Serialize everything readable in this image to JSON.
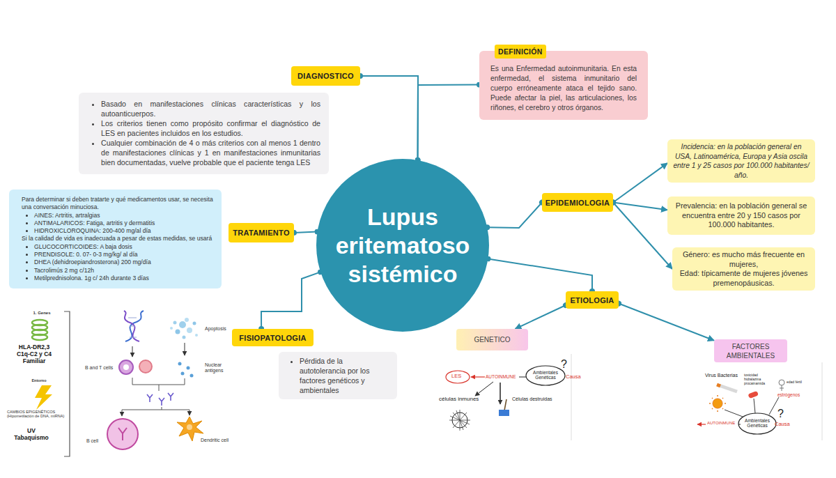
{
  "diagram": {
    "nodes": [
      {
        "text": [
          "Lupus eritematoso sistémico"
        ]
      },
      {
        "text": [
          "DIAGNOSTICO"
        ]
      },
      {
        "text": [
          "Basado en manifestaciones clínicas características y los autoanticuerpos.",
          "Los criterios tienen como propósito confirmar el diagnóstico de LES en pacientes incluidos en los estudios.",
          "Cualquier combinación de 4 o más criterios con al menos 1 dentro de manifestaciones clínicas y 1 en manifestaciones inmunitarias bien documentadas, vuelve probable que el paciente tenga LES"
        ]
      },
      {
        "text": [
          "DEFINICIÓN",
          "Es una Enfermedad autoinmunitaria. En esta enfermedad, el sistema inmunitario del cuerpo erróneamente ataca el tejido sano. Puede afectar la piel, las articulaciones, los riñones, el cerebro y otros órganos."
        ]
      },
      {
        "text": [
          "TRATAMIENTO"
        ]
      },
      {
        "text": [
          "Para determinar si deben tratarte y qué medicamentos usar, se necesita una conversación minuciosa.",
          "AINES: Artritis, artralgias",
          "ANTIMALARICOS: Fatiga, artritis y dermatitis",
          "HIDROXICLOROQUINA: 200-400 mg/al día",
          "Si la calidad de vida es inadecuada a pesar de estas medidas, se usará",
          "GLUCOCORTICOIDES: A baja dosis",
          "PRENDISOLE: 0. 07- 0-3 mg/kg/ al día",
          "DHEA (dehidroepiandrosterona) 200 mg/día",
          "Tacrolimús 2 mg c/12h",
          "Metilprednisolona. 1g c/ 24h durante 3 días"
        ]
      },
      {
        "text": [
          "EPIDEMIOLOGIA"
        ]
      },
      {
        "text": [
          "Incidencia: en la población general en USA, Latinoamérica, Europa y Asia oscila entre 1 y 25 casos por 100.000 habitantes/ año."
        ]
      },
      {
        "text": [
          "Prevalencia: en la población general se encuentra entre 20 y 150 casos por 100.000 habitantes."
        ]
      },
      {
        "text": [
          "Género: es mucho más frecuente en mujeres,",
          "Edad: típicamente de mujeres jóvenes premenopáusicas."
        ]
      },
      {
        "text": [
          "ETIOLOGIA"
        ]
      },
      {
        "text": [
          "GENETICO"
        ]
      },
      {
        "text": [
          "FACTORES AMBIENTALES"
        ]
      },
      {
        "text": [
          "FISIOPATOLOGIA"
        ]
      },
      {
        "text": [
          "Pérdida de la autotolerancia por los factores genéticos y ambientales"
        ]
      }
    ],
    "edges": [
      {
        "from": 0,
        "to": 1,
        "arrow": "none"
      },
      {
        "from": 0,
        "to": 3,
        "arrow": "none"
      },
      {
        "from": 0,
        "to": 4,
        "arrow": "none"
      },
      {
        "from": 0,
        "to": 13,
        "arrow": "none"
      },
      {
        "from": 0,
        "to": 6,
        "arrow": "none"
      },
      {
        "from": 0,
        "to": 10,
        "arrow": "none"
      },
      {
        "from": 6,
        "to": 7,
        "arrow": "to"
      },
      {
        "from": 6,
        "to": 8,
        "arrow": "to"
      },
      {
        "from": 6,
        "to": 9,
        "arrow": "to"
      },
      {
        "from": 10,
        "to": 11,
        "arrow": "to"
      },
      {
        "from": 10,
        "to": 12,
        "arrow": "to"
      }
    ],
    "labels": [
      "1. Genes",
      "HLA-DR2,3 C1q-C2 y C4 Familiar",
      "Entorno",
      "CAMBIOS EPIGENÉTICOS (Hipometilación de DNA, miRNA)",
      "UV Tabaquismo",
      "Apoptosis",
      "B and T cells",
      "Nuclear antigens",
      "B cell",
      "Dendritic cell",
      "LES",
      "AUTOINMUNE",
      "Ambientales Genéticas",
      "?",
      "Causa",
      "células inmunes",
      "Células destruidas",
      "Virus Bacterias",
      "toxicidad hidralazina procainamida",
      "edad fértil",
      "estrógenos",
      "AUTOINMUNE",
      "Ambientales Genéticas",
      "?",
      "Causa"
    ]
  }
}
